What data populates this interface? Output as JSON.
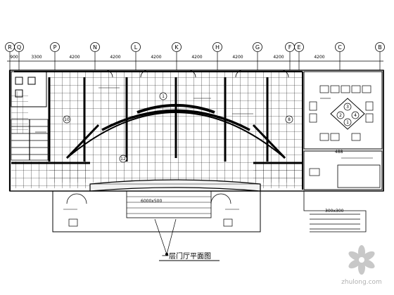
{
  "axes_top": [
    "R",
    "Q",
    "P",
    "N",
    "L",
    "K",
    "H",
    "G",
    "F",
    "E",
    "C",
    "B"
  ],
  "dimensions_top": [
    "900",
    "3300",
    "4200",
    "4200",
    "4200",
    "4200",
    "4200",
    "4200",
    "4200"
  ],
  "drawing_title": "一层门厅平面图",
  "circle_tags": [
    "1",
    "2",
    "3",
    "4",
    "8",
    "10",
    "12"
  ],
  "diamond_tags": [
    "1",
    "2",
    "3",
    "4"
  ],
  "dimension_notes": [
    "6000x500",
    "300x300",
    "488"
  ],
  "watermark": {
    "text": "zhulong.com",
    "colors": {
      "petal": "#c8c8c8",
      "text": "#b0b0b0"
    }
  },
  "colors": {
    "line": "#000000",
    "background": "#ffffff"
  }
}
